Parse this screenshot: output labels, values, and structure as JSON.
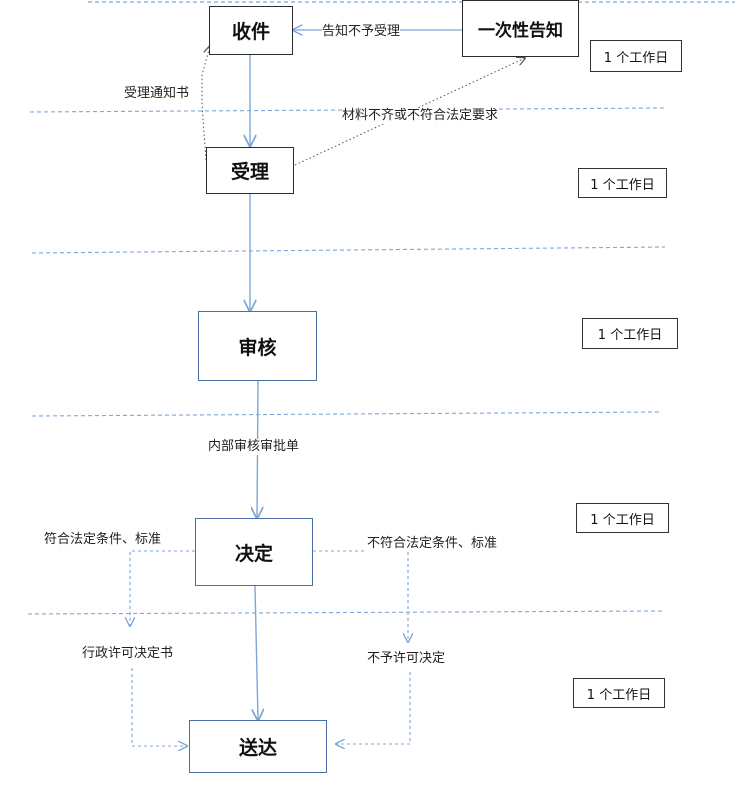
{
  "nodes": {
    "receive": "收件",
    "notify_once": "一次性告知",
    "accept": "受理",
    "review": "审核",
    "decide": "决定",
    "deliver": "送达"
  },
  "time_limits": [
    "1 个工作日",
    "1 个工作日",
    "1 个工作日",
    "1 个工作日",
    "1 个工作日"
  ],
  "edge_labels": {
    "reject_accept": "告知不予受理",
    "accept_notice": "受理通知书",
    "incomplete_materials": "材料不齐或不符合法定要求",
    "internal_review_form": "内部审核审批单",
    "meets_conditions": "符合法定条件、标准",
    "not_meets_conditions": "不符合法定条件、标准",
    "permit_decision": "行政许可决定书",
    "denial_decision": "不予许可决定"
  },
  "colors": {
    "arrow": "#7fa7d6",
    "divider": "#7fa7d6",
    "dotted": "#555555",
    "box_border": "#2b2b2b"
  }
}
